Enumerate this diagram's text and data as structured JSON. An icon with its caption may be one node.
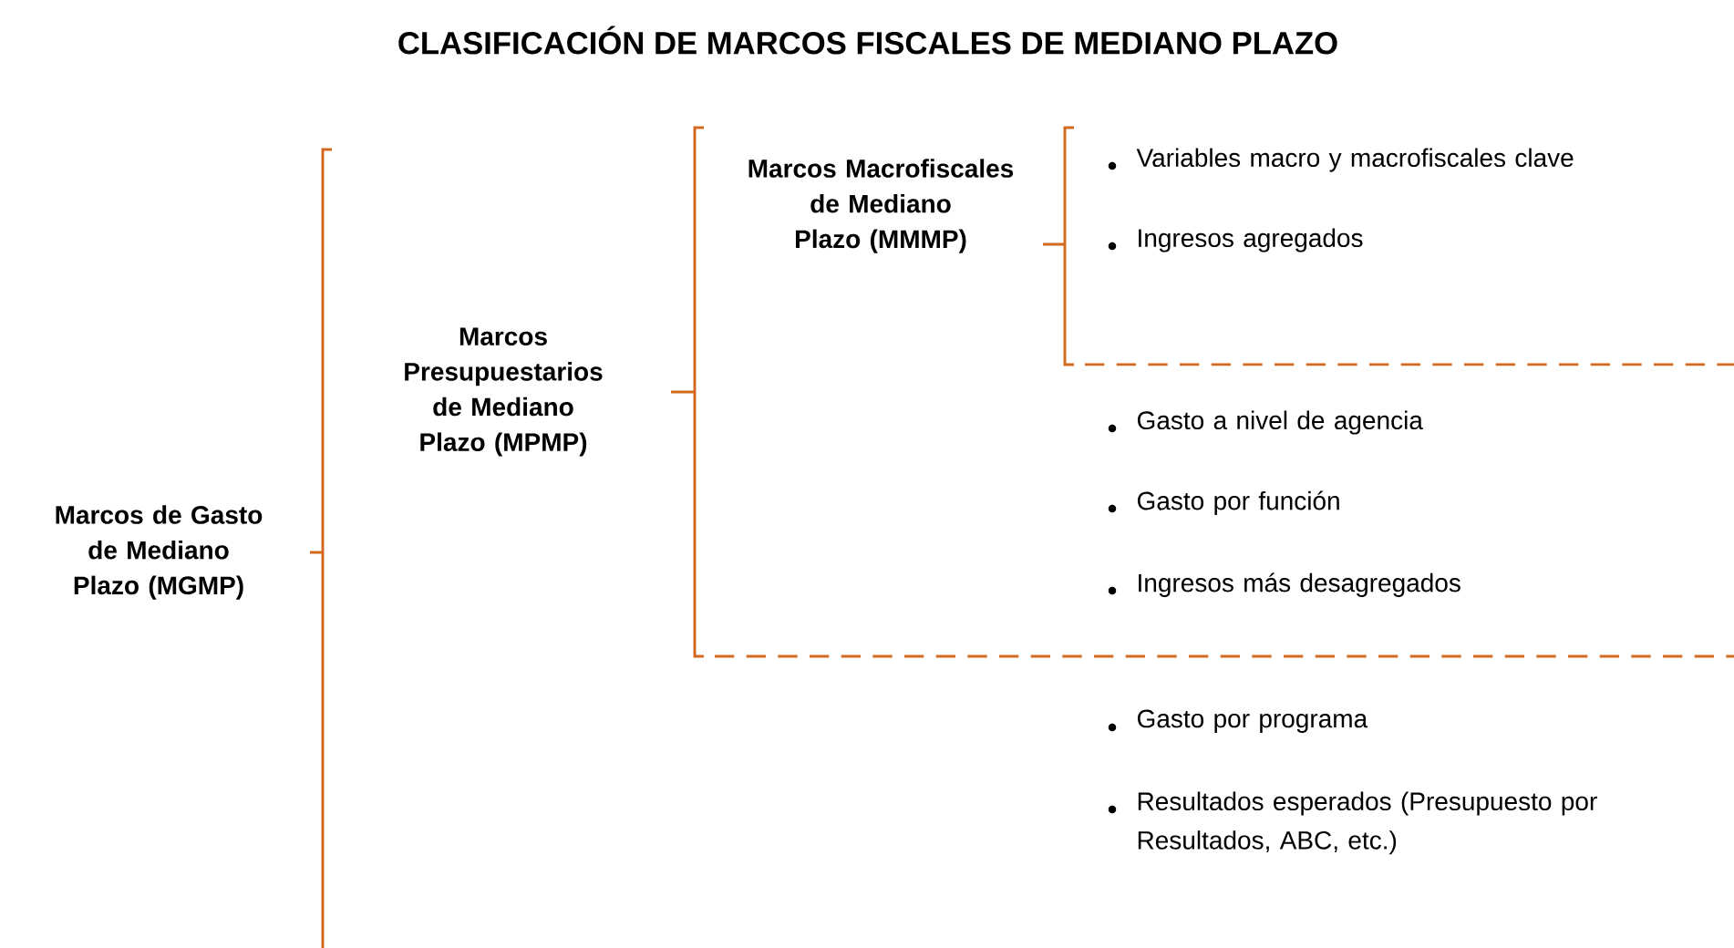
{
  "diagram": {
    "title": "CLASIFICACIÓN DE MARCOS FISCALES DE MEDIANO PLAZO",
    "nodes": [
      {
        "text": [
          "Marcos de Gasto de Mediano Plazo (MGMP)"
        ]
      },
      {
        "text": [
          "Marcos Presupuestarios de Mediano Plazo (MPMP)"
        ]
      },
      {
        "text": [
          "Marcos Macrofiscales de Mediano Plazo (MMMP)"
        ]
      }
    ],
    "labels": [
      "Variables macro y macrofiscales clave",
      "Ingresos agregados",
      "Gasto a nivel de agencia",
      "Gasto por función",
      "Ingresos más desagregados",
      "Gasto por programa",
      "Resultados esperados (Presupuesto por Resultados, ABC, etc.)"
    ]
  }
}
